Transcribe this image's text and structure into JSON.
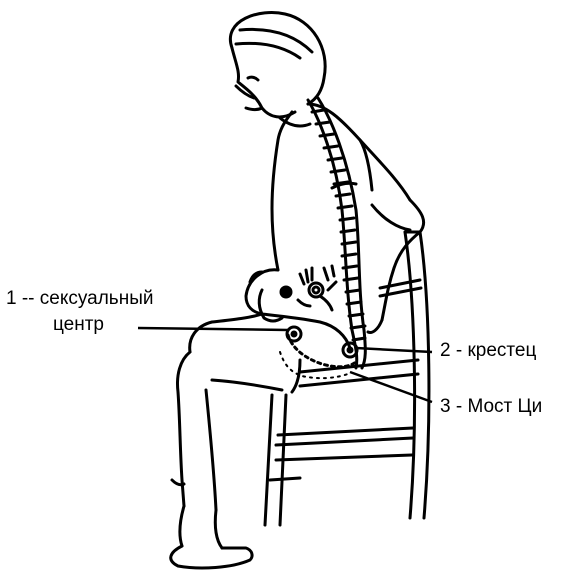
{
  "labels": {
    "sexual_center_line1": "1 -- сексуальный",
    "sexual_center_line2": "центр",
    "sacrum": "2 - крестец",
    "qi_bridge": "3 - Мост Ци"
  },
  "colors": {
    "ink": "#000000",
    "paper": "#ffffff"
  }
}
